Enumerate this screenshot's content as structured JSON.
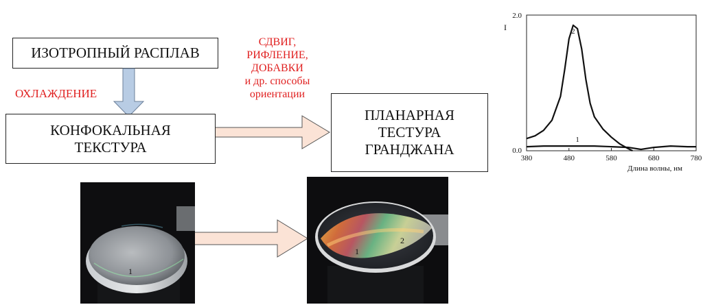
{
  "flow": {
    "box1": "ИЗОТРОПНЫЙ РАСПЛАВ",
    "box2_line1": "КОНФОКАЛЬНАЯ",
    "box2_line2": "ТЕКСТУРА",
    "box3_line1": "ПЛАНАРНАЯ",
    "box3_line2": "ТЕСТУРА",
    "box3_line3": "ГРАНДЖАНА",
    "cooling": "ОХЛАЖДЕНИЕ",
    "methods_line1": "СДВИГ,",
    "methods_line2": "РИФЛЕНИЕ,",
    "methods_line3": "ДОБАВКИ",
    "methods_line4": "и др. способы",
    "methods_line5": "ориентации"
  },
  "photos": {
    "left_label": "1",
    "right_label1": "1",
    "right_label2": "2"
  },
  "colors": {
    "red_text": "#e02020",
    "down_arrow_fill": "#b8cce4",
    "right_arrow_fill": "#fbe3d6"
  },
  "chart_data": {
    "type": "line",
    "xlabel": "Длина волны, нм",
    "ylabel": "I",
    "xlim": [
      380,
      780
    ],
    "ylim": [
      0.0,
      2.0
    ],
    "x_ticks": [
      380,
      480,
      580,
      680,
      780
    ],
    "y_tick_labels": [
      "0.0",
      "2.0"
    ],
    "grid": false,
    "series": [
      {
        "name": "1",
        "x": [
          380,
          420,
          460,
          500,
          540,
          580,
          620,
          650,
          680,
          720,
          760,
          780
        ],
        "y": [
          0.06,
          0.07,
          0.07,
          0.07,
          0.07,
          0.06,
          0.05,
          0.02,
          0.05,
          0.07,
          0.06,
          0.06
        ]
      },
      {
        "name": "2",
        "x": [
          380,
          400,
          420,
          440,
          460,
          470,
          480,
          490,
          500,
          510,
          520,
          530,
          540,
          560,
          580,
          600,
          620,
          630
        ],
        "y": [
          0.18,
          0.22,
          0.3,
          0.45,
          0.8,
          1.2,
          1.65,
          1.85,
          1.8,
          1.5,
          1.05,
          0.7,
          0.5,
          0.32,
          0.2,
          0.1,
          0.03,
          0.0
        ]
      }
    ]
  }
}
